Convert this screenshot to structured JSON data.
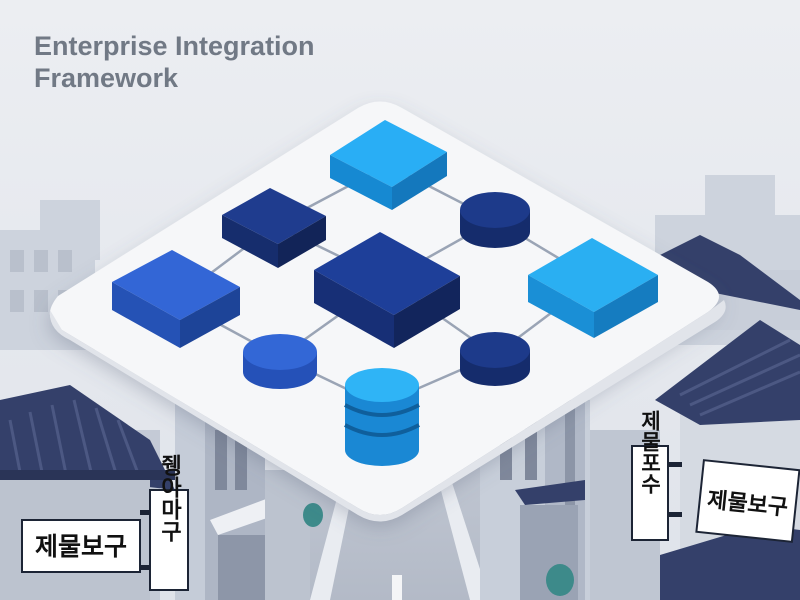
{
  "header": {
    "title_line1": "Enterprise Integration",
    "title_line2": "Framework"
  },
  "signs": {
    "left_horizontal": "제물보구",
    "left_vertical": "쥉아마구",
    "right_vertical": "제물포수",
    "right_horizontal": "제물보구"
  },
  "colors": {
    "background": "#e6e9ee",
    "platform": "#f7f8fa",
    "block_light": "#1e9ee8",
    "block_mid": "#2f5ec9",
    "block_dark": "#1b3582",
    "roof": "#34406a"
  }
}
